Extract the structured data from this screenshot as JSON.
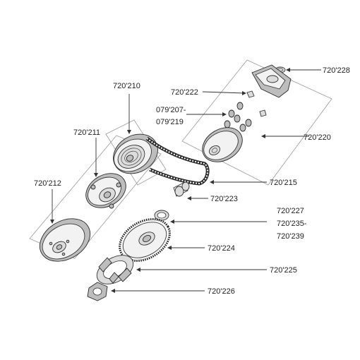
{
  "labels": {
    "p720228": "720'228",
    "p720222": "720'222",
    "p079207": "079'207-",
    "p079219": "079'219",
    "p720210": "720'210",
    "p720220": "720'220",
    "p720211": "720'211",
    "p720212": "720'212",
    "p720215": "720'215",
    "p720223": "720'223",
    "p720227": "720'227",
    "p720235": "720'235-",
    "p720239": "720'239",
    "p720224": "720'224",
    "p720225": "720'225",
    "p720226": "720'226"
  },
  "colors": {
    "line": "#333333",
    "frame": "#9a9a9a",
    "part_light": "#f2f2f2",
    "part_dark": "#bdbdbd"
  }
}
